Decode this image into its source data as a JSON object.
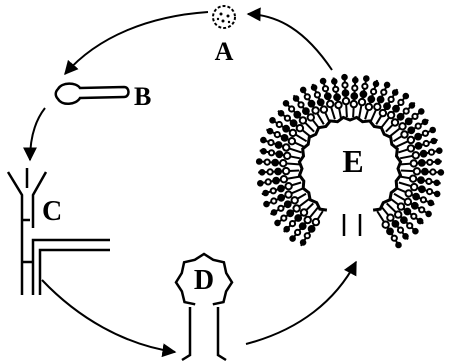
{
  "diagram": {
    "stage_labels": {
      "A": "A",
      "B": "B",
      "C": "C",
      "D": "D",
      "E": "E"
    }
  },
  "colors": {
    "ink": "#000000",
    "background": "#ffffff"
  }
}
